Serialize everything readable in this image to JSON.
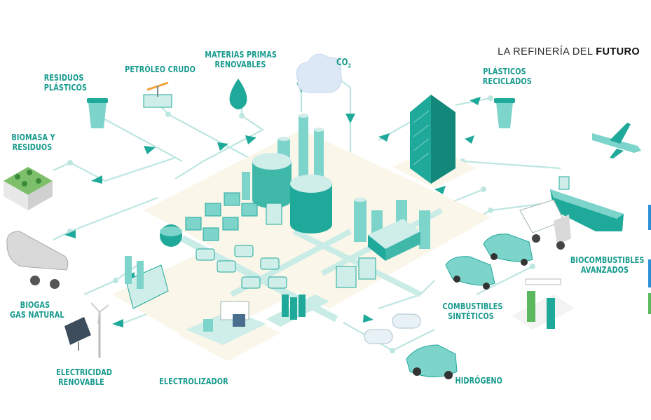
{
  "title": {
    "prefix": "LA REFINERÍA DEL",
    "emphasis": "FUTURO"
  },
  "co2": {
    "main": "CO",
    "sub": "2"
  },
  "labels": {
    "residuos_plasticos": [
      "RESIDUOS",
      "PLÁSTICOS"
    ],
    "petroleo_crudo": [
      "PETRÓLEO CRUDO"
    ],
    "materias_primas": [
      "MATERIAS PRIMAS",
      "RENOVABLES"
    ],
    "biomasa": [
      "BIOMASA Y",
      "RESIDUOS"
    ],
    "biogas": [
      "BIOGAS",
      "GAS NATURAL"
    ],
    "electricidad": [
      "ELECTRICIDAD",
      "RENOVABLE"
    ],
    "electrolizador": [
      "ELECTROLIZADOR"
    ],
    "plasticos_reciclados": [
      "PLÁSTICOS",
      "RECICLADOS"
    ],
    "biocombustibles": [
      "BIOCOMBUSTIBLES",
      "AVANZADOS"
    ],
    "combustibles_sinteticos": [
      "COMBUSTIBLES",
      "SINTÉTICOS"
    ],
    "hidrogeno": [
      "HIDRÓGENO"
    ]
  },
  "colors": {
    "teal": "#1fa99a",
    "teal_dark": "#14877b",
    "teal_light": "#7dd4cb",
    "teal_pale": "#cfeeea",
    "line": "#bde6e1",
    "ground": "#faf6ea",
    "road": "#c9ece7",
    "green": "#5cb85c",
    "blue_bar": "#2c8fd6"
  },
  "icons": [
    "recycle-bin-icon",
    "oil-pump-icon",
    "water-drop-icon",
    "cloud-icon",
    "biomass-crate-icon",
    "tanker-truck-icon",
    "solar-panel-icon",
    "wind-turbine-icon",
    "building-icon",
    "airplane-icon",
    "ship-icon",
    "truck-icon",
    "car-icon",
    "charging-station-icon",
    "hydrogen-tank-icon",
    "refinery-icon",
    "electrolyzer-icon"
  ]
}
